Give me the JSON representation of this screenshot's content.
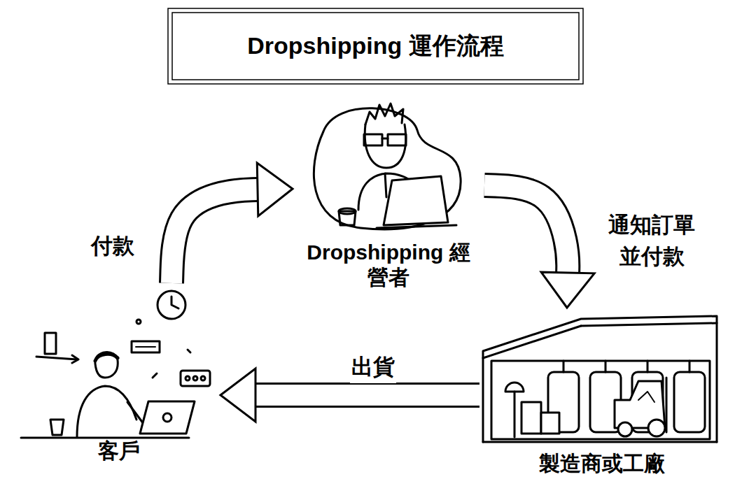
{
  "diagram": {
    "title": "Dropshipping 運作流程",
    "nodes": [
      {
        "text": [
          "Dropshipping 經營者"
        ]
      },
      {
        "text": [
          "客戶"
        ]
      },
      {
        "text": [
          "製造商或工廠"
        ]
      }
    ],
    "edges": [
      {
        "from": 1,
        "to": 0,
        "arrow": "to",
        "label": "付款"
      },
      {
        "from": 0,
        "to": 2,
        "arrow": "to",
        "label": "通知訂單 並付款"
      },
      {
        "from": 2,
        "to": 1,
        "arrow": "to",
        "label": "出貨"
      }
    ]
  }
}
